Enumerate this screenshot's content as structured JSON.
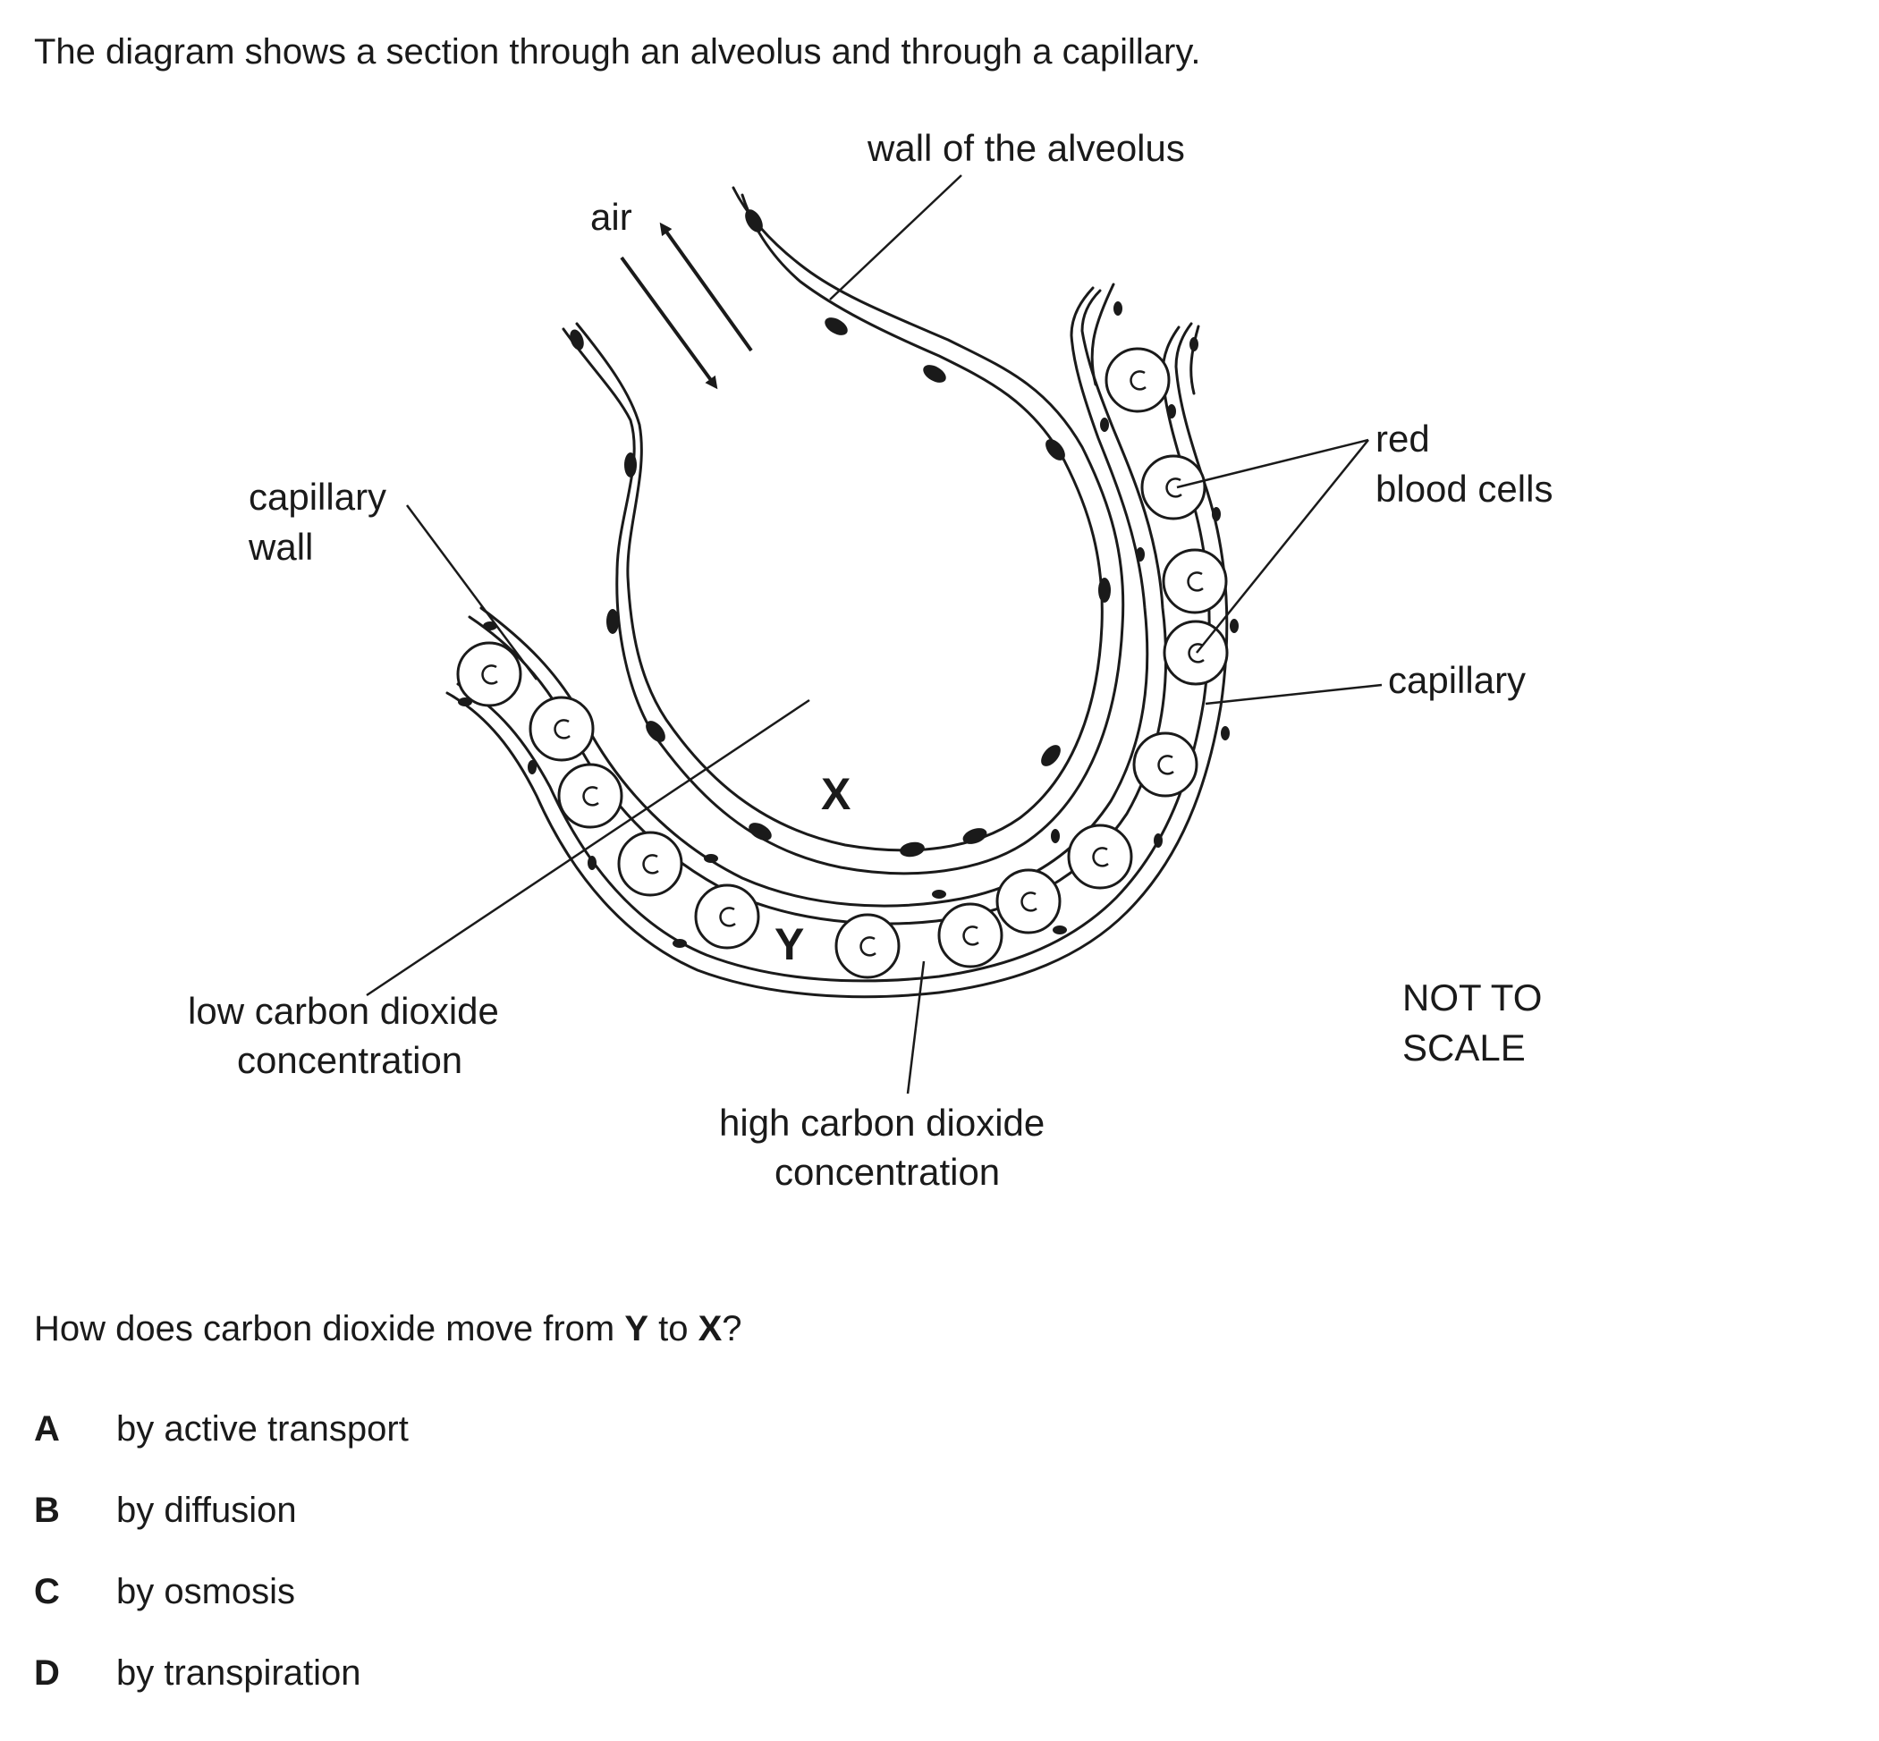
{
  "intro": "The diagram shows a section through an alveolus and through a capillary.",
  "diagram": {
    "labels": {
      "wall_of_alveolus": "wall of the alveolus",
      "air": "air",
      "capillary_wall_1": "capillary",
      "capillary_wall_2": "wall",
      "red_blood_cells_1": "red",
      "red_blood_cells_2": "blood cells",
      "capillary": "capillary",
      "x_marker": "X",
      "y_marker": "Y",
      "low_co2_1": "low carbon dioxide",
      "low_co2_2": "concentration",
      "high_co2_1": "high carbon dioxide",
      "high_co2_2": "concentration",
      "not_to_scale_1": "NOT TO",
      "not_to_scale_2": "SCALE"
    }
  },
  "question": {
    "prefix": "How does carbon dioxide move from ",
    "from": "Y",
    "middle": " to ",
    "to": "X",
    "suffix": "?"
  },
  "options": [
    {
      "letter": "A",
      "text": "by active transport"
    },
    {
      "letter": "B",
      "text": "by diffusion"
    },
    {
      "letter": "C",
      "text": "by osmosis"
    },
    {
      "letter": "D",
      "text": "by transpiration"
    }
  ]
}
